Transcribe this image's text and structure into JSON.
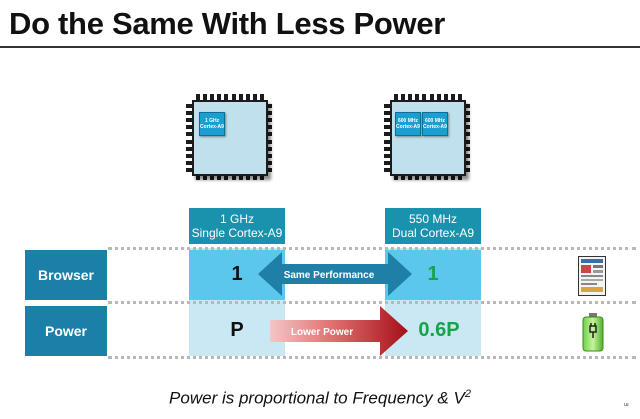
{
  "title": "Do the Same With Less Power",
  "chips": {
    "single": {
      "core": [
        "1 GHz",
        "Cortex-A9"
      ]
    },
    "dual": {
      "core_left": [
        "600 MHz",
        "Cortex-A9"
      ],
      "core_right": [
        "600 MHz",
        "Cortex-A9"
      ]
    }
  },
  "columns": {
    "single": {
      "line1": "1 GHz",
      "line2": "Single Cortex-A9"
    },
    "dual": {
      "line1": "550 MHz",
      "line2": "Dual Cortex-A9"
    }
  },
  "rows": {
    "browser": {
      "label": "Browser",
      "single_value": "1",
      "arrow_label": "Same Performance",
      "dual_value": "1"
    },
    "power": {
      "label": "Power",
      "single_value": "P",
      "arrow_label": "Lower Power",
      "dual_value": "0.6P"
    }
  },
  "footer": {
    "text": "Power is proportional to Frequency & V",
    "superscript": "2"
  },
  "corner_mark": "ᵚ",
  "colors": {
    "header": "#1b92ad",
    "row_label": "#1b7fa8",
    "cell_light": "#c9e8f4",
    "cell_mid": "#5cc7ec",
    "arrow_blue": "#1f7fa6",
    "arrow_red": "#b2141c",
    "value_green": "#16a34a"
  }
}
